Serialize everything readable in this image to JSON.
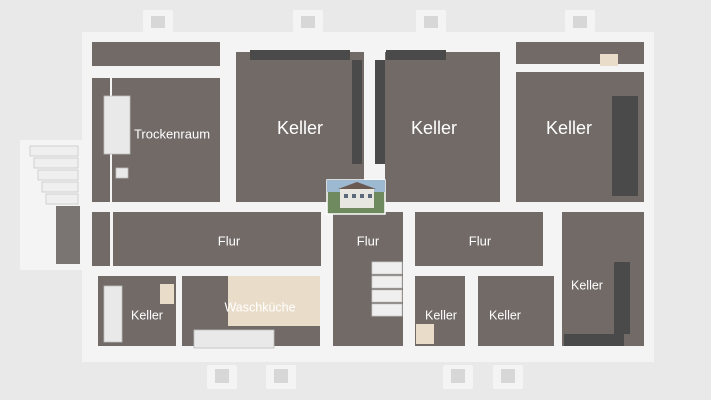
{
  "rooms": [
    {
      "id": "trockenraum",
      "label": "Trockenraum"
    },
    {
      "id": "keller-1",
      "label": "Keller"
    },
    {
      "id": "keller-2",
      "label": "Keller"
    },
    {
      "id": "keller-3",
      "label": "Keller"
    },
    {
      "id": "flur-left",
      "label": "Flur"
    },
    {
      "id": "flur-center",
      "label": "Flur"
    },
    {
      "id": "flur-right",
      "label": "Flur"
    },
    {
      "id": "keller-right",
      "label": "Keller"
    },
    {
      "id": "keller-bottom-left",
      "label": "Keller"
    },
    {
      "id": "waschkueche",
      "label": "Waschküche"
    },
    {
      "id": "keller-bottom-mid",
      "label": "Keller"
    },
    {
      "id": "keller-bottom-right",
      "label": "Keller"
    }
  ],
  "colors": {
    "floor": "#716a67",
    "wall": "#f4f4f4",
    "background": "#e9e9e9"
  }
}
